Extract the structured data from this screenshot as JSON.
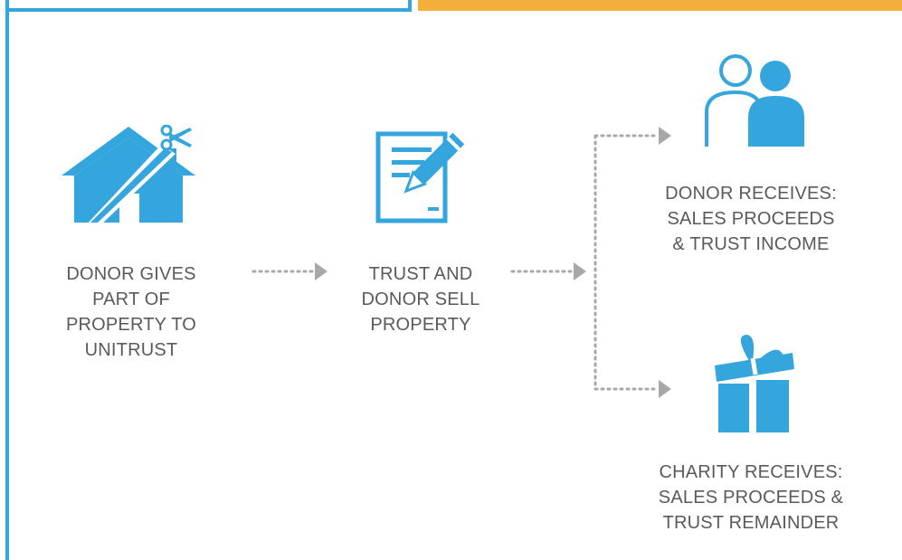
{
  "colors": {
    "accent_blue": "#34a6dd",
    "accent_orange": "#f3ae3c",
    "arrow_gray": "#a8a8a8",
    "text_gray": "#5a5a5a"
  },
  "steps": {
    "donor_gives": {
      "icon": "house-scissors-icon",
      "lines": [
        "DONOR GIVES",
        "PART OF",
        "PROPERTY TO",
        "UNITRUST"
      ]
    },
    "trust_sell": {
      "icon": "document-pen-icon",
      "lines": [
        "TRUST AND",
        "DONOR SELL",
        "PROPERTY"
      ]
    },
    "donor_receives": {
      "icon": "people-icon",
      "lines": [
        "DONOR RECEIVES:",
        "SALES PROCEEDS",
        "& TRUST INCOME"
      ]
    },
    "charity_receives": {
      "icon": "gift-icon",
      "lines": [
        "CHARITY RECEIVES:",
        "SALES PROCEEDS &",
        "TRUST REMAINDER"
      ]
    }
  }
}
